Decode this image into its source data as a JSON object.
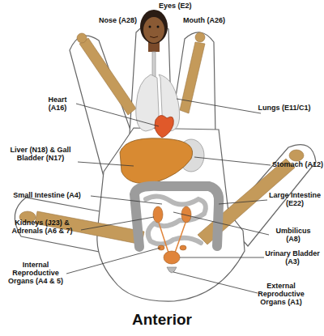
{
  "diagram": {
    "title": "Anterior",
    "labels": [
      "Eyes (E2)",
      "Nose (A28)",
      "Mouth (A26)",
      "Lungs (E11/C1)",
      "Heart (A16)",
      "Stomach (A12)",
      "Liver (N18) & Gall Bladder (N17)",
      "Small Intestine (A4)",
      "Large Intestine (E22)",
      "Umbilicus (A8)",
      "Kidneys (J23) & Adrenals (A6 & 7)",
      "Urinary Bladder (A3)",
      "Internal Reproductive Organs (A4 & 5)",
      "External Reproductive Organs (A1)"
    ]
  }
}
